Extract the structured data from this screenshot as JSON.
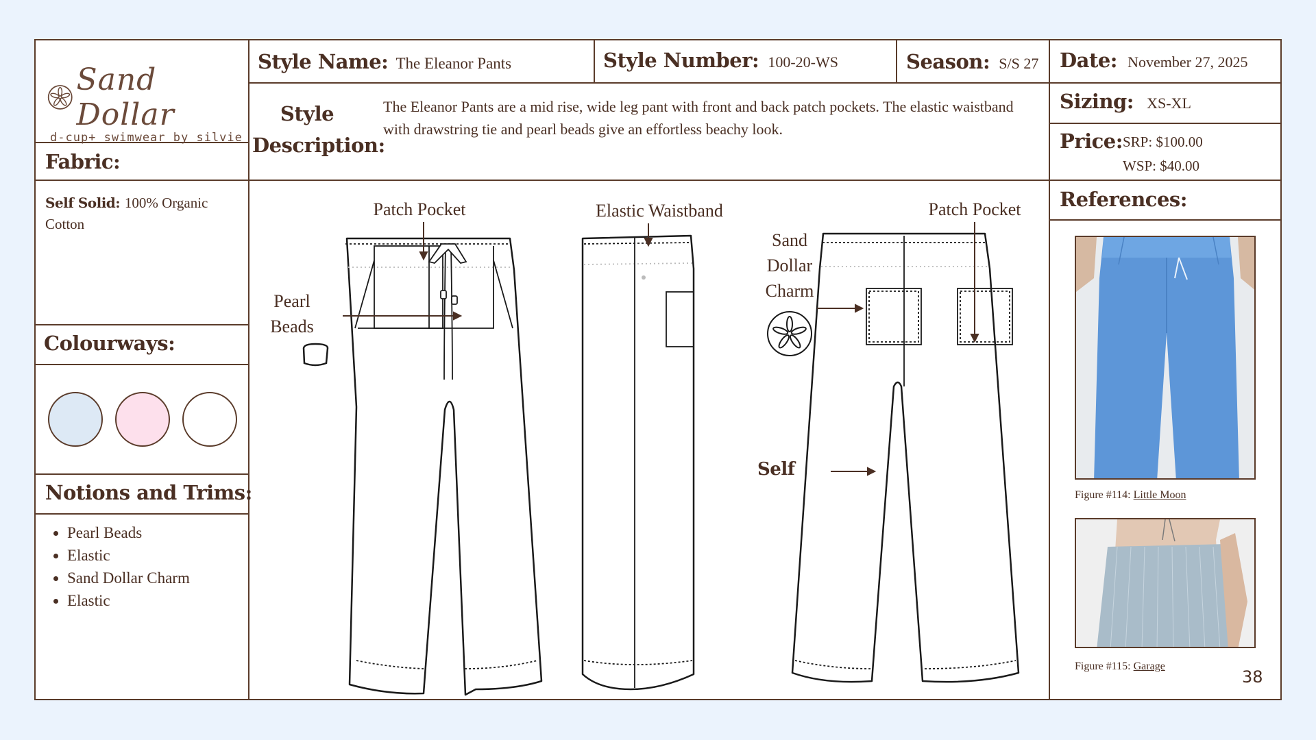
{
  "brand": {
    "name": "Sand Dollar",
    "tagline": "d-cup+ swimwear by silvie"
  },
  "header": {
    "style_name_label": "Style Name:",
    "style_name": "The Eleanor Pants",
    "style_number_label": "Style Number:",
    "style_number": "100-20-WS",
    "season_label": "Season:",
    "season": "S/S 27",
    "date_label": "Date:",
    "date": "November 27, 2025",
    "description_label_line1": "Style",
    "description_label_line2": "Description:",
    "description": "The Eleanor Pants are a mid rise, wide leg pant with front and back patch pockets. The elastic waistband with drawstring tie and pearl beads give an effortless beachy look.",
    "sizing_label": "Sizing:",
    "sizing": "XS-XL",
    "price_label": "Price:",
    "srp": "SRP: $100.00",
    "wsp": "WSP: $40.00"
  },
  "fabric": {
    "label": "Fabric:",
    "self_label": "Self Solid:",
    "self_value_line1": "100% Organic",
    "self_value_line2": "Cotton"
  },
  "colourways": {
    "label": "Colourways:",
    "swatches": [
      "#dde9f5",
      "#fde0ec",
      "#ffffff"
    ]
  },
  "notions": {
    "label": "Notions and Trims:",
    "items": [
      "Pearl Beads",
      "Elastic",
      "Sand Dollar Charm",
      "Elastic"
    ]
  },
  "sketch_labels": {
    "patch_pocket_front": "Patch Pocket",
    "pearl_line1": "Pearl",
    "pearl_line2": "Beads",
    "elastic_waistband": "Elastic Waistband",
    "charm_line1": "Sand",
    "charm_line2": "Dollar",
    "charm_line3": "Charm",
    "patch_pocket_back": "Patch Pocket",
    "self": "Self"
  },
  "references": {
    "label": "References:",
    "fig1_prefix": "Figure #114:",
    "fig1_link": "Little Moon",
    "fig2_prefix": "Figure #115:",
    "fig2_link": "Garage"
  },
  "page_number": "38"
}
